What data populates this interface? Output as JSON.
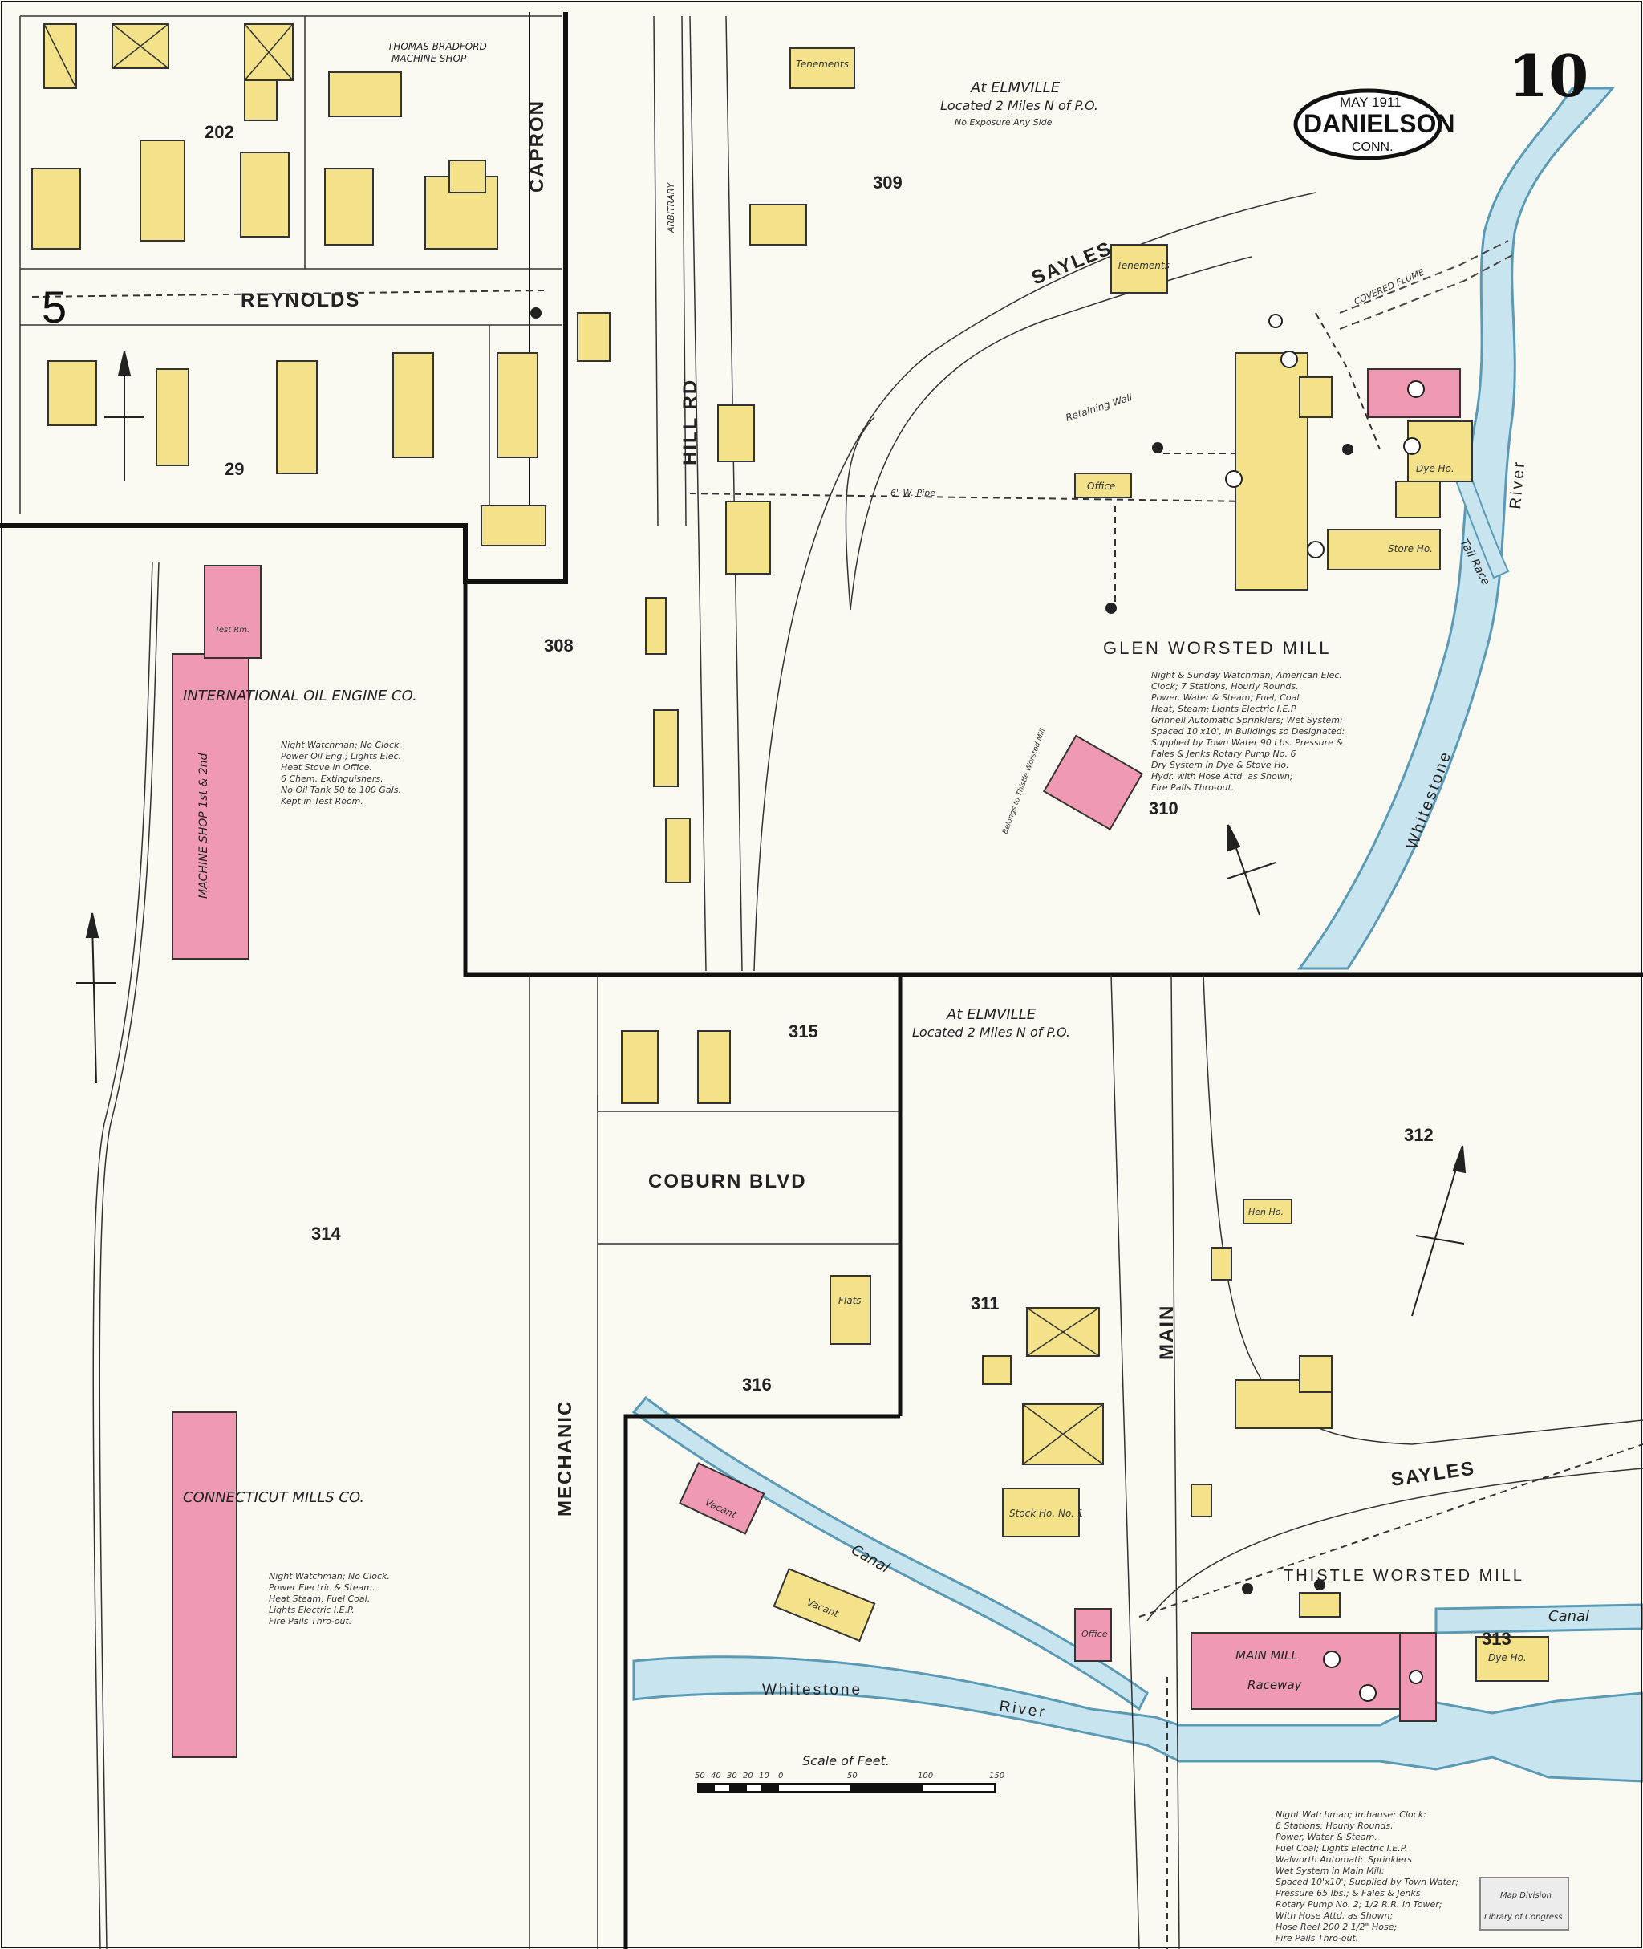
{
  "sheet": {
    "number": "10",
    "date": "MAY 1911",
    "town": "DANIELSON",
    "state": "CONN.",
    "adjoining_sheet": "5"
  },
  "colors": {
    "paper": "#fbfaf2",
    "frame": "#111111",
    "wood": "#f3e28a",
    "brick": "#ef9ab2",
    "water": "#c8e4ef",
    "water_edge": "#5a9ab5"
  },
  "streets": {
    "reynolds": "REYNOLDS",
    "capron": "CAPRON",
    "hill_rd": "HILL RD",
    "sayles_north": "SAYLES",
    "sayles_south": "SAYLES",
    "coburn_blvd": "COBURN BLVD",
    "mechanic": "MECHANIC",
    "main": "MAIN"
  },
  "blocks": [
    "202",
    "29",
    "308",
    "309",
    "310",
    "311",
    "312",
    "313",
    "314",
    "315",
    "316"
  ],
  "locations": {
    "elmville_top": "At ELMVILLE",
    "elmville_top_sub": "Located 2 Miles N of P.O.",
    "elmville_top_note": "No Exposure Any Side",
    "elmville_mid": "At ELMVILLE",
    "elmville_mid_sub": "Located 2 Miles N of P.O."
  },
  "mills": {
    "glen": {
      "name": "GLEN WORSTED MILL",
      "notes": [
        "Night & Sunday Watchman; American Elec.",
        "Clock; 7 Stations, Hourly Rounds.",
        "Power, Water & Steam; Fuel, Coal.",
        "Heat, Steam; Lights Electric I.E.P.",
        "Grinnell Automatic Sprinklers; Wet System:",
        "Spaced 10'x10', in Buildings so Designated:",
        "Supplied by Town Water 90 Lbs. Pressure &",
        "Fales & Jenks Rotary Pump No. 6",
        "Dry System in Dye & Stove Ho.",
        "Hydr. with Hose Attd. as Shown;",
        "Fire Pails Thro-out."
      ]
    },
    "thistle": {
      "name": "THISTLE WORSTED MILL",
      "main_mill": "MAIN MILL",
      "notes": [
        "Night Watchman; Imhauser Clock:",
        "6 Stations; Hourly Rounds.",
        "Power, Water & Steam.",
        "Fuel Coal; Lights Electric I.E.P.",
        "Walworth Automatic Sprinklers",
        "Wet System in Main Mill:",
        "Spaced 10'x10'; Supplied by Town Water;",
        "Pressure 65 lbs.; & Fales & Jenks",
        "Rotary Pump No. 2; 1/2 R.R. in Tower;",
        "With Hose Attd. as Shown;",
        "Hose Reel 200 2 1/2\" Hose;",
        "Fire Pails Thro-out."
      ]
    },
    "international": {
      "name": "INTERNATIONAL OIL ENGINE CO.",
      "shop": "MACHINE SHOP 1st & 2nd",
      "notes": [
        "Night Watchman; No Clock.",
        "Power Oil Eng.; Lights Elec.",
        "Heat Stove in Office.",
        "6 Chem. Extinguishers.",
        "No Oil Tank 50 to 100 Gals.",
        "Kept in Test Room."
      ]
    },
    "connecticut": {
      "name": "CONNECTICUT MILLS CO.",
      "notes": [
        "Night Watchman; No Clock.",
        "Power Electric & Steam.",
        "Heat Steam; Fuel Coal.",
        "Lights Electric I.E.P.",
        "Fire Pails Thro-out."
      ]
    },
    "bradford": {
      "name": "THOMAS BRADFORD",
      "sub": "MACHINE SHOP"
    }
  },
  "buildings": {
    "tenements_a": "Tenements",
    "tenements_b": "Tenements",
    "office_n": "Office",
    "office_s": "Office",
    "store_ho": "Store Ho.",
    "dye_ho": "Dye Ho.",
    "dye_ho_s": "Dye Ho.",
    "stock_ho": "Stock Ho. No. 1",
    "flats": "Flats",
    "hen_ho": "Hen Ho.",
    "vacant_a": "Vacant",
    "vacant_b": "Vacant",
    "belongs": "Belongs to Thistle Worsted Mill",
    "test_rm": "Test Rm.",
    "retaining_wall": "Retaining Wall",
    "covered_flume": "COVERED FLUME",
    "tail_race": "Tail Race",
    "raceway": "Raceway",
    "canal_a": "Canal",
    "canal_b": "Canal",
    "wpipe": "6\" W. Pipe",
    "arbitrary": "ARBITRARY"
  },
  "rivers": {
    "whitestone_n": "Whitestone",
    "river_n": "River",
    "whitestone_s": "Whitestone",
    "river_s": "River"
  },
  "scale": {
    "title": "Scale of Feet.",
    "ticks": [
      "50",
      "40",
      "30",
      "20",
      "10",
      "0",
      "50",
      "100",
      "150"
    ]
  },
  "stamp": {
    "line1": "Map Division",
    "line2": "Library of Congress"
  }
}
